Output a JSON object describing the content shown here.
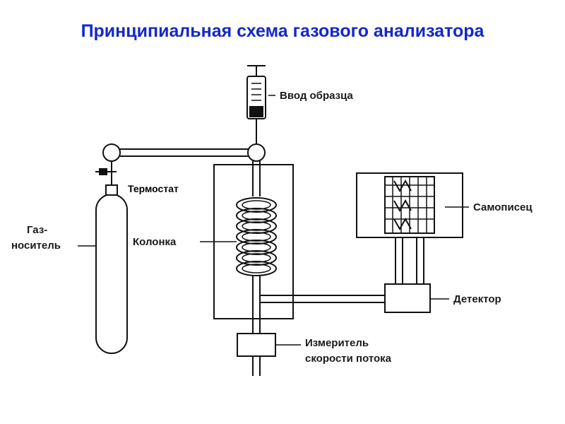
{
  "title": "Принципиальная схема газового анализатора",
  "labels": {
    "sample_inlet": "Ввод образца",
    "thermostat": "Термостат",
    "recorder": "Самописец",
    "carrier_gas_line1": "Газ-",
    "carrier_gas_line2": "носитель",
    "column": "Колонка",
    "detector": "Детектор",
    "flow_meter_line1": "Измеритель",
    "flow_meter_line2": "скорости потока"
  }
}
